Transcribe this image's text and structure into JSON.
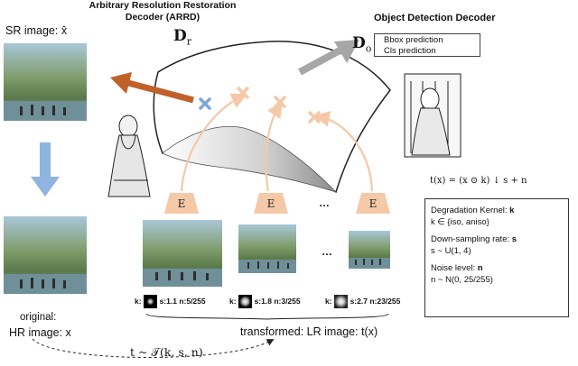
{
  "arrd": {
    "title_line1": "Arbitrary Resolution Restoration",
    "title_line2": "Decoder (ARRD)",
    "symbol": "D",
    "symbol_sub": "r"
  },
  "od": {
    "title": "Object Detection Decoder",
    "symbol": "D",
    "symbol_sub": "o",
    "pred_line1": "Bbox prediction",
    "pred_line2": "Cls prediction"
  },
  "sr_label": "SR image: x̂",
  "encoder_label": "E",
  "ellipsis": "…",
  "formula": "t(x) = (x ⊙ k) ↓ s + n",
  "degradation": {
    "kernel_title": "Degradation Kernel: ",
    "kernel_sym": "k",
    "kernel_set": "k ∈ {iso, aniso}",
    "rate_title": "Down-sampling rate: ",
    "rate_sym": "s",
    "rate_dist": "s ~ U(1, 4)",
    "noise_title": "Noise level: ",
    "noise_sym": "n",
    "noise_dist": "n ~ N(0, 25/255)"
  },
  "samples": [
    {
      "k": "k:",
      "s": "s:1.1",
      "n": "n:5/255"
    },
    {
      "k": "k:",
      "s": "s:1.8",
      "n": "n:3/255"
    },
    {
      "k": "k:",
      "s": "s:2.7",
      "n": "n:23/255"
    }
  ],
  "original_label": "original:",
  "hr_label": "HR image: x",
  "lr_label": "transformed: LR image: t(x)",
  "transform_label": "t ~ 𝒯(k, s, n)",
  "colors": {
    "orange": "#c0612a",
    "peach": "#f5c9a8",
    "blue_cross": "#7fa7d6",
    "blue_arrow": "#8fb4e0",
    "gray_arrow": "#a6a6a6"
  }
}
